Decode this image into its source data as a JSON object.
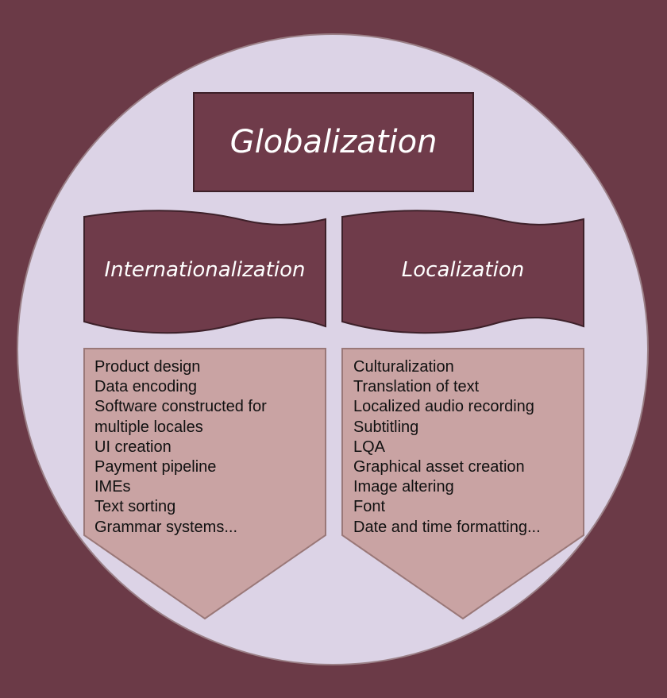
{
  "colors": {
    "background": "#6b3a47",
    "circle": "#dcd3e6",
    "dark_box": "#6f3b4a",
    "light_panel": "#c9a3a3"
  },
  "title": "Globalization",
  "left": {
    "heading": "Internationalization",
    "items": [
      "Product design",
      "Data encoding",
      "Software constructed for",
      "multiple locales",
      "UI creation",
      "Payment pipeline",
      "IMEs",
      "Text sorting",
      "Grammar systems..."
    ]
  },
  "right": {
    "heading": "Localization",
    "items": [
      "Culturalization",
      "Translation of text",
      "Localized audio recording",
      "Subtitling",
      "LQA",
      "Graphical asset creation",
      "Image altering",
      "Font",
      "Date and time formatting..."
    ]
  }
}
